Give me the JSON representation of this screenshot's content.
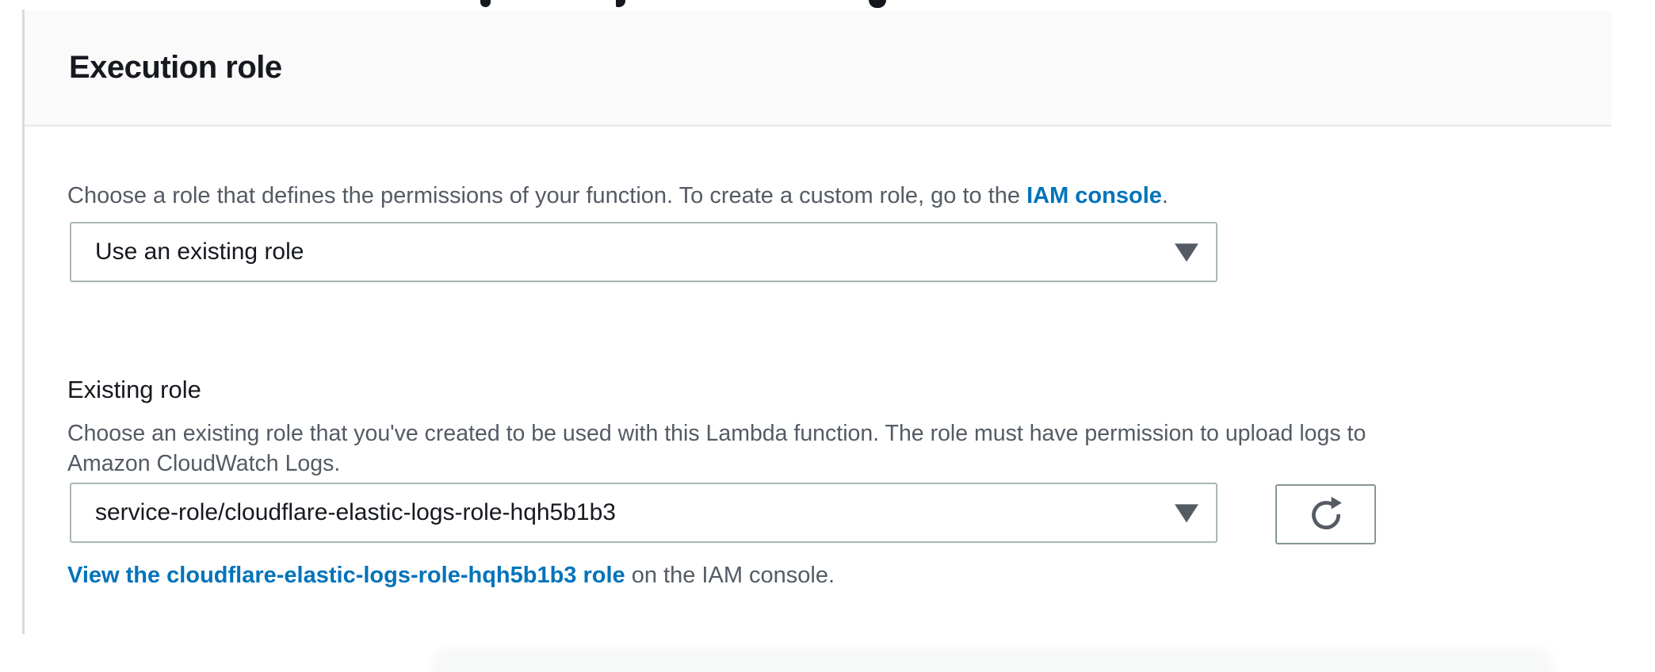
{
  "panel": {
    "title": "Execution role"
  },
  "role_source": {
    "description_prefix": "Choose a role that defines the permissions of your function. To create a custom role, go to the ",
    "iam_console_link": "IAM console",
    "description_suffix": ".",
    "select_value": "Use an existing role"
  },
  "existing_role": {
    "label": "Existing role",
    "description_lines": [
      "Choose an existing role that you've created to be used with this Lambda function. The role must have permission to upload logs to",
      "Amazon CloudWatch Logs."
    ],
    "select_value": "service-role/cloudflare-elastic-logs-role-hqh5b1b3",
    "view_role_link": "View the cloudflare-elastic-logs-role-hqh5b1b3 role",
    "view_role_suffix": " on the IAM console."
  },
  "icons": {
    "caret_down": "caret-down",
    "refresh": "refresh-circular-arrow"
  },
  "colors": {
    "link_blue": "#0073bb",
    "text_primary": "#16191f",
    "text_secondary": "#545b64",
    "header_bg": "#fafafa",
    "divider": "#eaeded",
    "input_border": "#aab7b8",
    "button_border": "#879596"
  }
}
